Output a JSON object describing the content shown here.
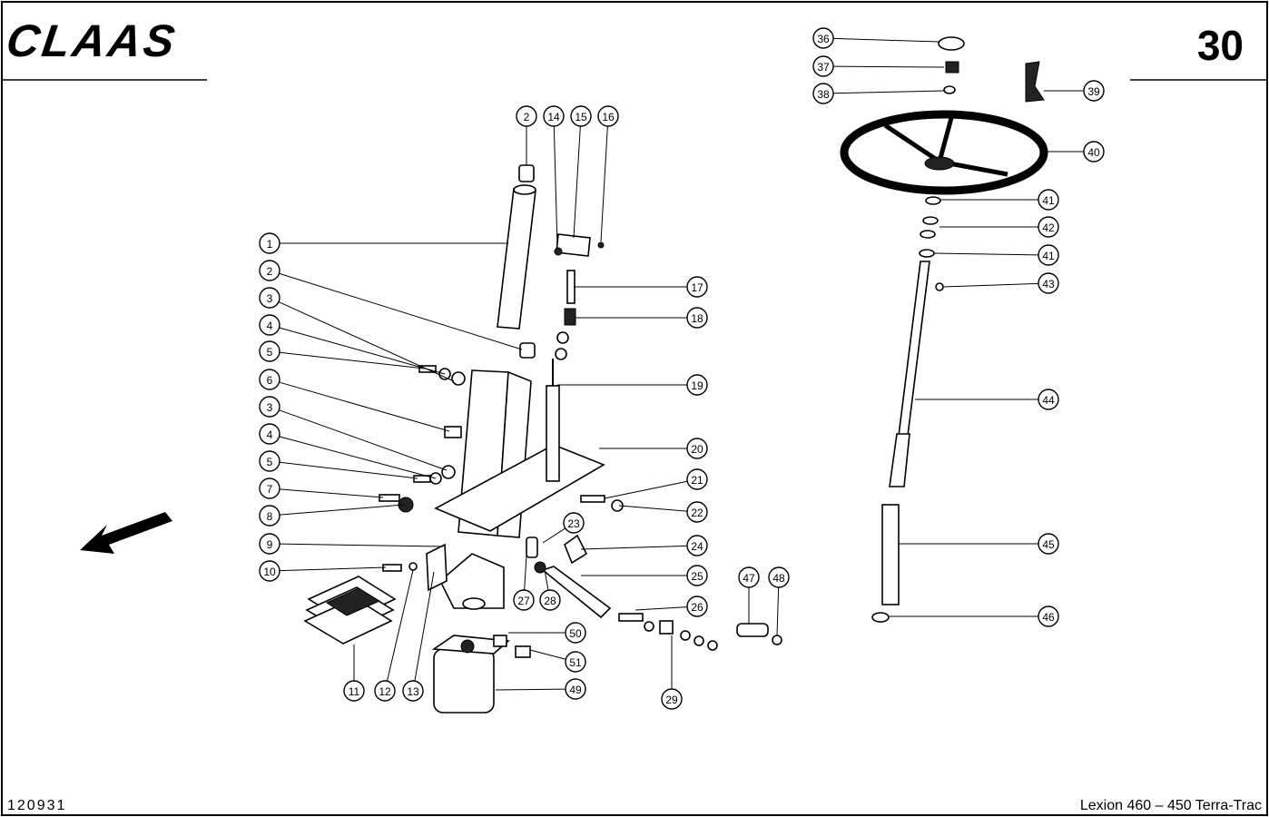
{
  "header": {
    "brand_logo": "CLAAS",
    "page_number": "30"
  },
  "footer": {
    "document_number": "120931",
    "model": "Lexion 460 – 450 Terra-Trac"
  },
  "diagram": {
    "title": "Steering column and steering wheel exploded view",
    "direction_arrow": "arrow-forward-left",
    "callouts": [
      "1",
      "2",
      "3",
      "4",
      "5",
      "6",
      "3",
      "4",
      "5",
      "7",
      "8",
      "9",
      "10",
      "2",
      "14",
      "15",
      "16",
      "17",
      "18",
      "19",
      "20",
      "21",
      "22",
      "23",
      "24",
      "25",
      "26",
      "27",
      "28",
      "47",
      "48",
      "50",
      "51",
      "49",
      "29",
      "11",
      "12",
      "13",
      "36",
      "37",
      "38",
      "39",
      "40",
      "41",
      "42",
      "41",
      "43",
      "44",
      "45",
      "46"
    ]
  }
}
